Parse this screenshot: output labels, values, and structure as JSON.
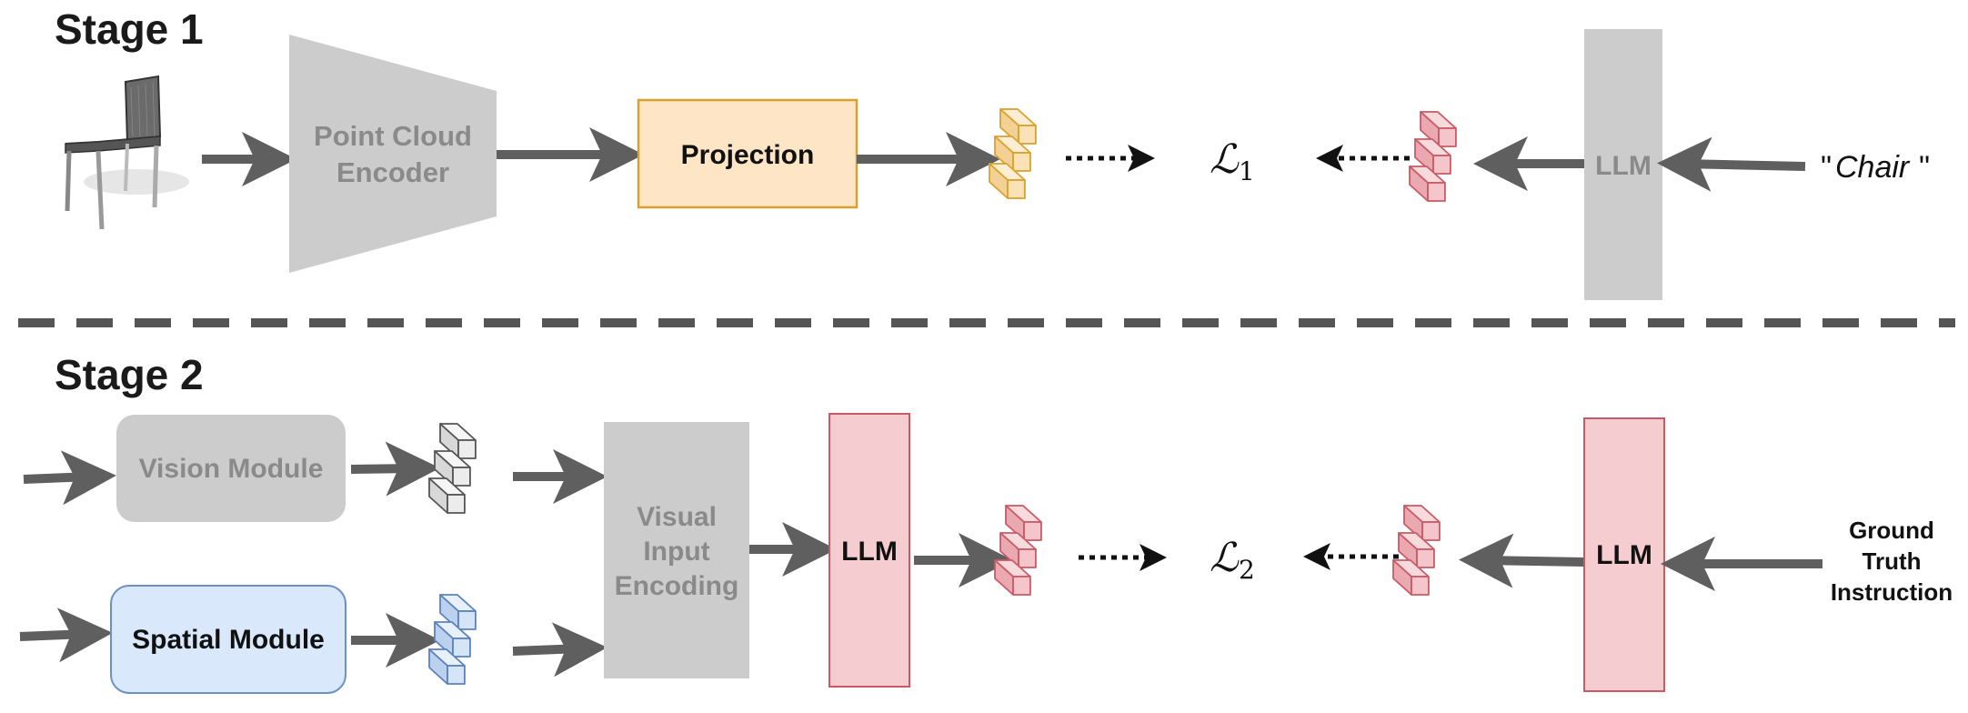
{
  "stage1": {
    "title": "Stage 1",
    "encoder_line1": "Point Cloud",
    "encoder_line2": "Encoder",
    "projection": "Projection",
    "loss_symbol": "ℒ",
    "loss_sub": "1",
    "llm": "LLM",
    "text_input": "Chair"
  },
  "stage2": {
    "title": "Stage 2",
    "vision_module": "Vision Module",
    "spatial_module": "Spatial Module",
    "visual_input_line1": "Visual",
    "visual_input_line2": "Input",
    "visual_input_line3": "Encoding",
    "llm_left": "LLM",
    "loss_symbol": "ℒ",
    "loss_sub": "2",
    "llm_right": "LLM",
    "gt_line1": "Ground",
    "gt_line2": "Truth",
    "gt_line3": "Instruction"
  },
  "colors": {
    "arrow": "#5f5f5f",
    "grey_block": "#cccccc",
    "projection_fill": "#fde5c6",
    "projection_stroke": "#d9a12c",
    "token_orange": "#fbe1b8",
    "token_red": "#f4c6cb",
    "token_grey": "#ececec",
    "token_blue": "#d6e4f7",
    "llm_red": "#f5ccd0",
    "spatial_blue": "#d9e8fb"
  }
}
